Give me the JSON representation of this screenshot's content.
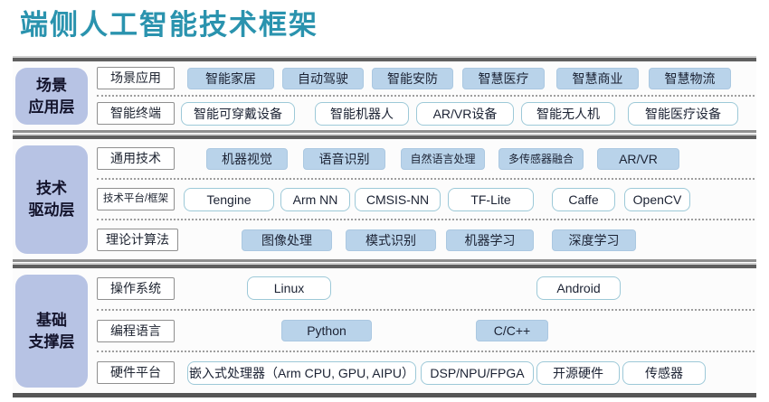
{
  "title": "端侧人工智能技术框架",
  "colors": {
    "title_teal": "#2a93ae",
    "layer_badge_blue": "#b7c3e4",
    "chip_fill_blue": "#b9d3ea",
    "chip_border_cyan": "#9dc9d8",
    "divider_gray": "#9e9e9e",
    "bar_dark_gray": "#5f5f5f"
  },
  "layers": [
    {
      "name": "场景应用层",
      "name_line1": "场景",
      "name_line2": "应用层",
      "rows": [
        {
          "label": "场景应用",
          "items": [
            "智能家居",
            "自动驾驶",
            "智能安防",
            "智慧医疗",
            "智慧商业",
            "智慧物流"
          ]
        },
        {
          "label": "智能终端",
          "items": [
            "智能可穿戴设备",
            "智能机器人",
            "AR/VR设备",
            "智能无人机",
            "智能医疗设备"
          ]
        }
      ]
    },
    {
      "name": "技术驱动层",
      "name_line1": "技术",
      "name_line2": "驱动层",
      "rows": [
        {
          "label": "通用技术",
          "items": [
            "机器视觉",
            "语音识别",
            "自然语言处理",
            "多传感器融合",
            "AR/VR"
          ]
        },
        {
          "label": "技术平台/框架",
          "items": [
            "Tengine",
            "Arm NN",
            "CMSIS-NN",
            "TF-Lite",
            "Caffe",
            "OpenCV"
          ]
        },
        {
          "label": "理论计算法",
          "items": [
            "图像处理",
            "模式识别",
            "机器学习",
            "深度学习"
          ]
        }
      ]
    },
    {
      "name": "基础支撑层",
      "name_line1": "基础",
      "name_line2": "支撑层",
      "rows": [
        {
          "label": "操作系统",
          "items": [
            "Linux",
            "Android"
          ]
        },
        {
          "label": "编程语言",
          "items": [
            "Python",
            "C/C++"
          ]
        },
        {
          "label": "硬件平台",
          "items": [
            "嵌入式处理器（Arm CPU, GPU, AIPU）",
            "DSP/NPU/FPGA",
            "开源硬件",
            "传感器"
          ]
        }
      ]
    }
  ]
}
